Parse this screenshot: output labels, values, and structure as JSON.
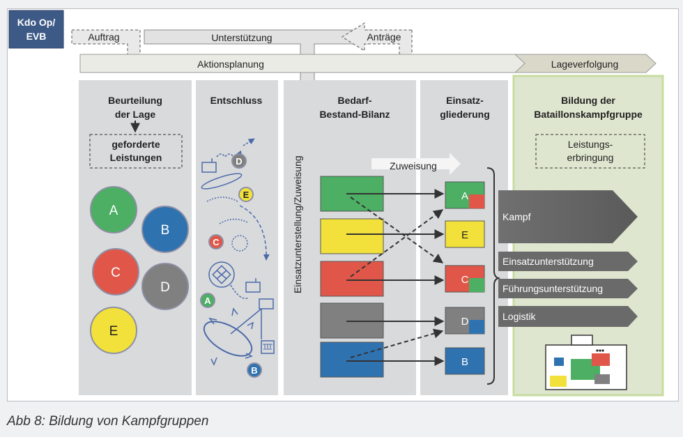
{
  "caption": "Abb 8: Bildung von Kampfgruppen",
  "header": {
    "kdo_box_line1": "Kdo Op/",
    "kdo_box_line2": "EVB",
    "auftrag": "Auftrag",
    "unterstuetzung": "Unterstützung",
    "antraege": "Anträge",
    "aktionsplanung": "Aktionsplanung",
    "lageverfolgung": "Lageverfolgung"
  },
  "columns": {
    "beurteilung": {
      "title_line1": "Beurteilung",
      "title_line2": "der Lage",
      "box_line1": "geforderte",
      "box_line2": "Leistungen"
    },
    "entschluss": {
      "title": "Entschluss"
    },
    "bilanz": {
      "title_line1": "Bedarf-",
      "title_line2": "Bestand-Bilanz",
      "vertical_label": "Einsatzunterstellung/Zuweisung",
      "zuweisung": "Zuweisung"
    },
    "einsatz": {
      "title_line1": "Einsatz-",
      "title_line2": "gliederung"
    },
    "bildung": {
      "title_line1": "Bildung der",
      "title_line2": "Bataillonskampfgruppe",
      "box_line1": "Leistungs-",
      "box_line2": "erbringung"
    }
  },
  "circles": [
    {
      "letter": "A",
      "color": "#4caf63"
    },
    {
      "letter": "B",
      "color": "#2f72b0"
    },
    {
      "letter": "C",
      "color": "#e0574a"
    },
    {
      "letter": "D",
      "color": "#808080"
    },
    {
      "letter": "E",
      "color": "#f2e13a"
    }
  ],
  "entschluss_markers": [
    "D",
    "E",
    "C",
    "A",
    "B"
  ],
  "units": [
    "A",
    "E",
    "C",
    "D",
    "B"
  ],
  "outputs": [
    "Kampf",
    "Einsatzunterstützung",
    "Führungsunterstützung",
    "Logistik"
  ],
  "colors": {
    "green": "#4caf63",
    "yellow": "#f2e13a",
    "red": "#e0574a",
    "gray": "#808080",
    "blue": "#2f72b0",
    "navy_box": "#3d5a87",
    "column_bg": "#d9dadc",
    "highlight_column": "#dfe6cf"
  }
}
